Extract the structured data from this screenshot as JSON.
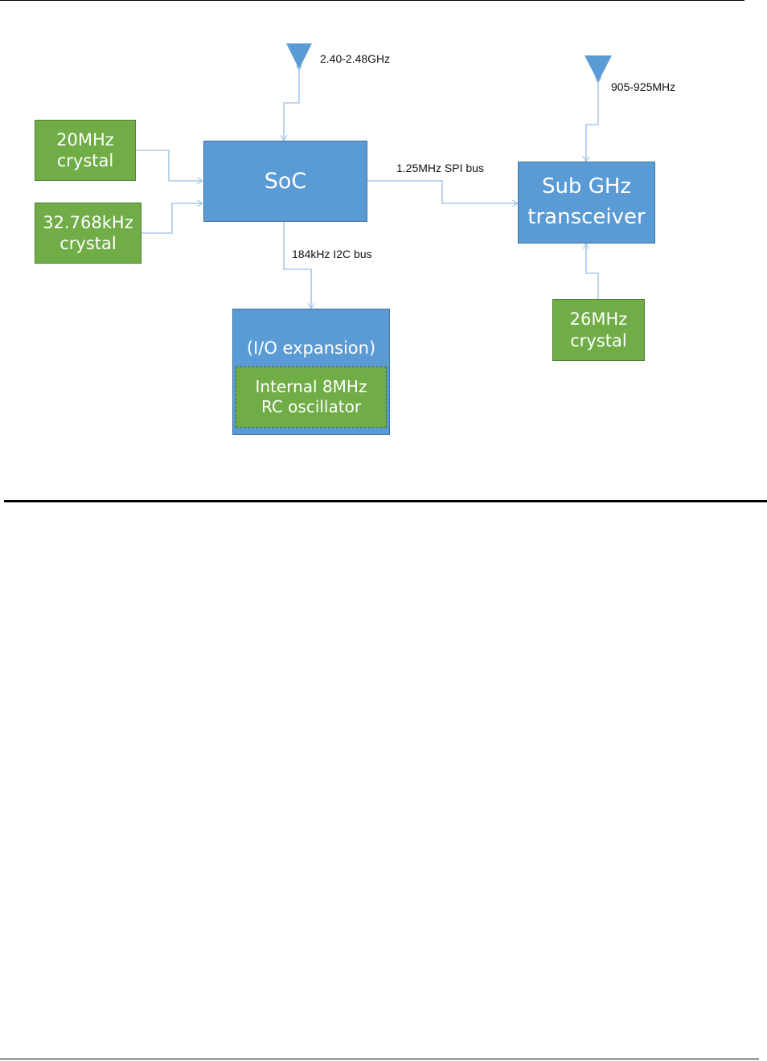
{
  "diagram": {
    "blocks": {
      "soc": {
        "label": "SoC"
      },
      "sub_ghz": {
        "line1": "Sub GHz",
        "line2": "transceiver"
      },
      "io_expansion": {
        "label": "(I/O expansion)"
      },
      "internal_osc": {
        "line1": "Internal 8MHz",
        "line2": "RC oscillator"
      },
      "xtal_20mhz": {
        "line1": "20MHz",
        "line2": "crystal"
      },
      "xtal_32khz": {
        "line1": "32.768kHz",
        "line2": "crystal"
      },
      "xtal_26mhz": {
        "line1": "26MHz",
        "line2": "crystal"
      }
    },
    "labels": {
      "antenna_24ghz": "2.40-2.48GHz",
      "antenna_900mhz": "905-925MHz",
      "spi_bus": "1.25MHz SPI bus",
      "i2c_bus": "184kHz I2C bus"
    },
    "colors": {
      "block_blue": "#5b9bd5",
      "block_green": "#70ad47",
      "connector": "#a9c8e8"
    }
  }
}
